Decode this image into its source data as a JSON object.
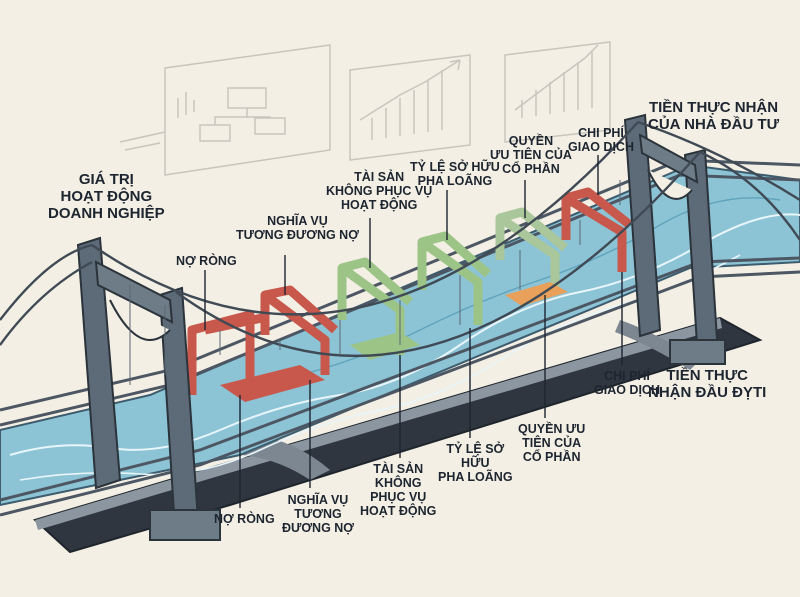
{
  "colors": {
    "background": "#f3efe4",
    "water": "#8cc4d6",
    "steel": "#5d6b78",
    "steel_dark": "#39434e",
    "red": "#c8584b",
    "green": "#9cc486",
    "orange": "#e8a05a",
    "sketch": "#c7c5bd"
  },
  "labels": {
    "left_title": [
      "GIÁ TRỊ",
      "HOẠT ĐỘNG",
      "DOANH NGHIỆP"
    ],
    "right_title": [
      "TIỀN THỰC NHẬN",
      "CỦA NHÀ ĐẦU TƯ"
    ],
    "right_bottom": [
      "TIỀN THỰC",
      "NHẬN ĐẦU ĐỴTI"
    ],
    "top": {
      "no_rong": [
        "NỢ RÒNG"
      ],
      "nghia_vu": [
        "NGHĨA VỤ",
        "TƯƠNG ĐƯƠNG NỢ"
      ],
      "tai_san": [
        "TÀI SẢN",
        "KHÔNG PHỤC VỤ",
        "HOẠT ĐỘNG"
      ],
      "ty_le": [
        "TỶ LỆ SỞ HỮU",
        "PHA LOÃNG"
      ],
      "quyen": [
        "QUYỀN",
        "ƯU TIÊN CỦA",
        "CỔ PHẦN"
      ],
      "chi_phi": [
        "CHI PHÍ",
        "GIAO DỊCH"
      ]
    },
    "bottom": {
      "no_rong": [
        "NỢ RÒNG"
      ],
      "nghia_vu": [
        "NGHĨA VỤ",
        "TƯƠNG",
        "ĐƯƠNG NỢ"
      ],
      "tai_san": [
        "TÀI SẢN",
        "KHÔNG",
        "PHỤC VỤ",
        "HOẠT ĐỘNG"
      ],
      "ty_le": [
        "TỶ LỆ SỞ",
        "HỮU",
        "PHA LOÃNG"
      ],
      "quyen": [
        "QUYỀN ƯU",
        "TIÊN CỦA",
        "CỔ PHẦN"
      ],
      "chi_phi": [
        "CHI PHÍ",
        "GIAO DỊCH"
      ]
    }
  }
}
